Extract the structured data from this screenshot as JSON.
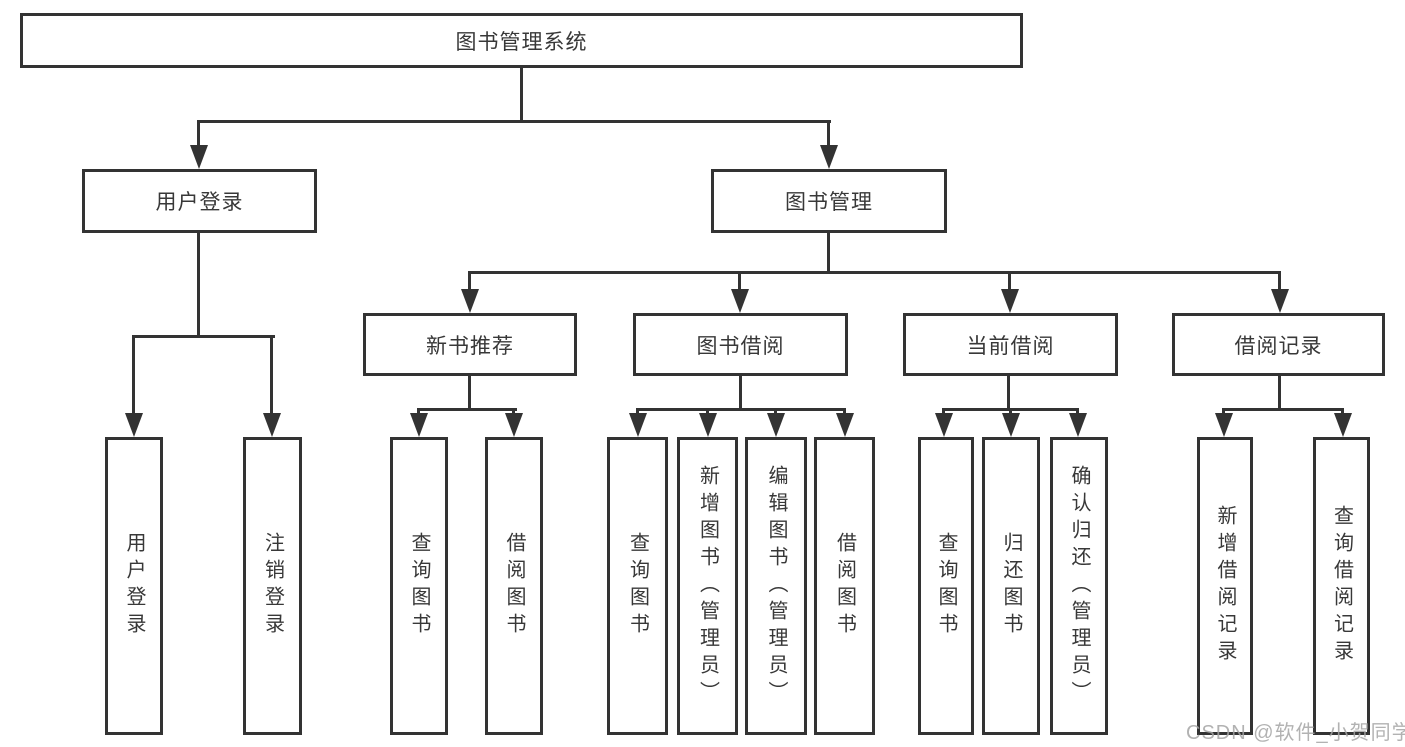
{
  "tree": {
    "label": "图书管理系统",
    "children": [
      {
        "label": "用户登录",
        "children": [
          {
            "label": "用户登录"
          },
          {
            "label": "注销登录"
          }
        ]
      },
      {
        "label": "图书管理",
        "children": [
          {
            "label": "新书推荐",
            "children": [
              {
                "label": "查询图书"
              },
              {
                "label": "借阅图书"
              }
            ]
          },
          {
            "label": "图书借阅",
            "children": [
              {
                "label": "查询图书"
              },
              {
                "label": "新增图书（管理员）"
              },
              {
                "label": "编辑图书（管理员）"
              },
              {
                "label": "借阅图书"
              }
            ]
          },
          {
            "label": "当前借阅",
            "children": [
              {
                "label": "查询图书"
              },
              {
                "label": "归还图书"
              },
              {
                "label": "确认归还（管理员）"
              }
            ]
          },
          {
            "label": "借阅记录",
            "children": [
              {
                "label": "新增借阅记录"
              },
              {
                "label": "查询借阅记录"
              }
            ]
          }
        ]
      }
    ]
  },
  "watermark": "CSDN @软件_小贺同学",
  "colors": {
    "line": "#333333",
    "text": "#383838",
    "background": "#ffffff",
    "watermark": "#a4a4a4"
  }
}
